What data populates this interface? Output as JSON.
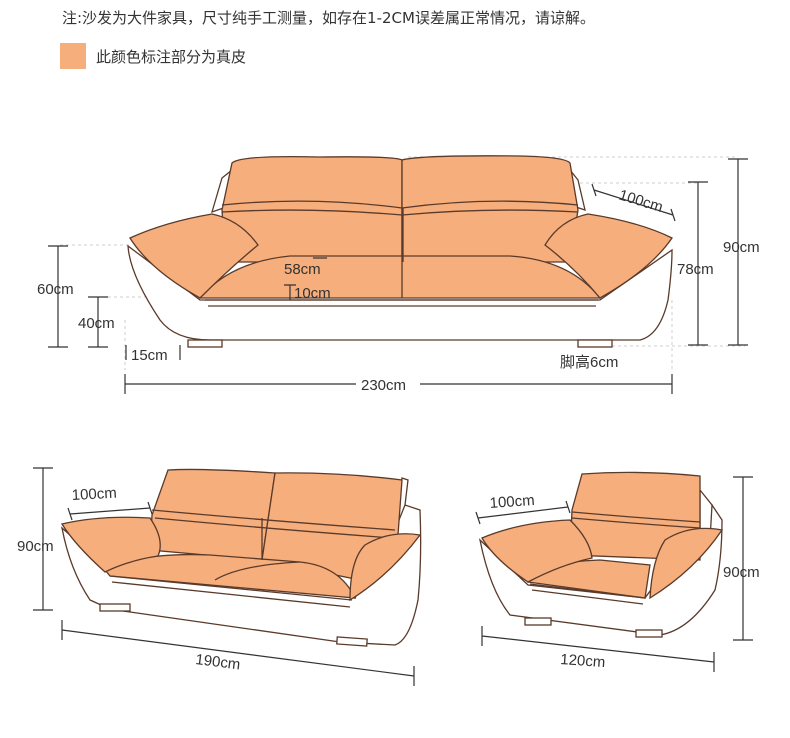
{
  "header": {
    "note": "注:沙发为大件家具，尺寸纯手工测量，如存在1-2CM误差属正常情况，请谅解。",
    "legend_text": "此颜色标注部分为真皮",
    "legend_color": "#f5ae7c"
  },
  "sofa_large": {
    "height_total": "90cm",
    "back_depth": "100cm",
    "height_back": "78cm",
    "seat_depth": "58cm",
    "cushion_thickness": "10cm",
    "arm_height": "60cm",
    "seat_height": "40cm",
    "leg_offset": "15cm",
    "leg_height": "脚高6cm",
    "width": "230cm"
  },
  "sofa_medium": {
    "back_depth": "100cm",
    "height": "90cm",
    "width": "190cm"
  },
  "sofa_single": {
    "back_depth": "100cm",
    "height": "90cm",
    "width": "120cm"
  }
}
